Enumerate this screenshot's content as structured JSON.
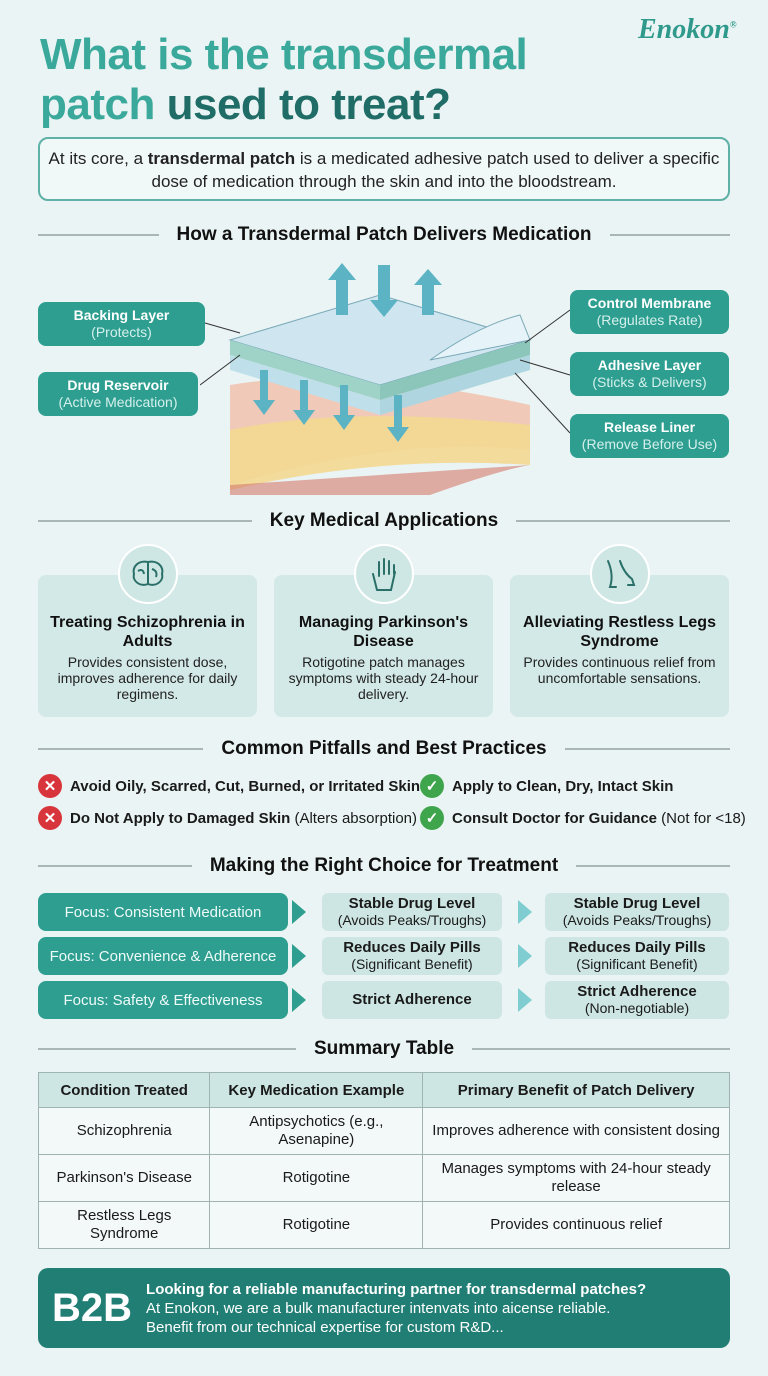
{
  "logo": "Enokon",
  "logo_mark": "®",
  "title": {
    "part1": "What is the transdermal",
    "part2": "patch",
    "part3": "used to treat?"
  },
  "intro": {
    "pre": "At its core, a ",
    "bold": "transdermal patch",
    "post": " is a medicated adhesive patch used to deliver a specific dose of medication through the skin and into the bloodstream."
  },
  "sections": {
    "delivery": "How a Transdermal Patch Delivers Medication",
    "applications": "Key Medical Applications",
    "pitfalls": "Common Pitfalls and Best Practices",
    "choice": "Making the Right Choice for Treatment",
    "summary": "Summary Table"
  },
  "layers": [
    {
      "name": "Backing Layer",
      "desc": "(Protects)"
    },
    {
      "name": "Drug Reservoir",
      "desc": "(Active Medication)"
    },
    {
      "name": "Control Membrane",
      "desc": "(Regulates Rate)"
    },
    {
      "name": "Adhesive Layer",
      "desc": "(Sticks & Delivers)"
    },
    {
      "name": "Release Liner",
      "desc": "(Remove Before Use)"
    }
  ],
  "applications": [
    {
      "icon": "brain-icon",
      "title": "Treating Schizophrenia in Adults",
      "desc": "Provides consistent dose, improves adherence for daily regimens."
    },
    {
      "icon": "trembling-hand-icon",
      "title": "Managing Parkinson's Disease",
      "desc": "Rotigotine patch manages symptoms with steady 24-hour delivery."
    },
    {
      "icon": "legs-icon",
      "title": "Alleviating Restless Legs Syndrome",
      "desc": "Provides continuous relief from uncomfortable sensations."
    }
  ],
  "tips": [
    {
      "type": "avoid",
      "bold": "Avoid Oily, Scarred, Cut, Burned, or Irritated Skin",
      "note": ""
    },
    {
      "type": "do",
      "bold": "Apply to Clean, Dry, Intact Skin",
      "note": ""
    },
    {
      "type": "avoid",
      "bold": "Do Not Apply to Damaged Skin",
      "note": " (Alters absorption)"
    },
    {
      "type": "do",
      "bold": "Consult Doctor for Guidance",
      "note": " (Not for <18)"
    }
  ],
  "choices": [
    {
      "focus": "Focus: Consistent Medication",
      "mid_title": "Stable Drug Level",
      "mid_note": "(Avoids Peaks/Troughs)",
      "end_title": "Stable Drug Level",
      "end_note": "(Avoids Peaks/Troughs)"
    },
    {
      "focus": "Focus: Convenience & Adherence",
      "mid_title": "Reduces Daily Pills",
      "mid_note": "(Significant Benefit)",
      "end_title": "Reduces Daily Pills",
      "end_note": "(Significant Benefit)"
    },
    {
      "focus": "Focus: Safety & Effectiveness",
      "mid_title": "Strict Adherence",
      "mid_note": "",
      "end_title": "Strict Adherence",
      "end_note": "(Non-negotiable)"
    }
  ],
  "table": {
    "headers": [
      "Condition Treated",
      "Key Medication Example",
      "Primary Benefit of Patch Delivery"
    ],
    "rows": [
      [
        "Schizophrenia",
        "Antipsychotics (e.g., Asenapine)",
        "Improves adherence with consistent dosing"
      ],
      [
        "Parkinson's Disease",
        "Rotigotine",
        "Manages symptoms with 24-hour steady release"
      ],
      [
        "Restless Legs Syndrome",
        "Rotigotine",
        "Provides continuous relief"
      ]
    ]
  },
  "b2b": {
    "badge": "B2B",
    "headline": "Looking for a reliable manufacturing partner for transdermal patches?",
    "line1": "At Enokon, we are a bulk manufacturer intenvats into aicense reliable.",
    "line2": "Benefit from our technical expertise for custom R&D..."
  },
  "colors": {
    "teal": "#2d9e90",
    "dark_teal": "#217e74",
    "avoid": "#d8343b",
    "ok": "#3fa54d"
  }
}
